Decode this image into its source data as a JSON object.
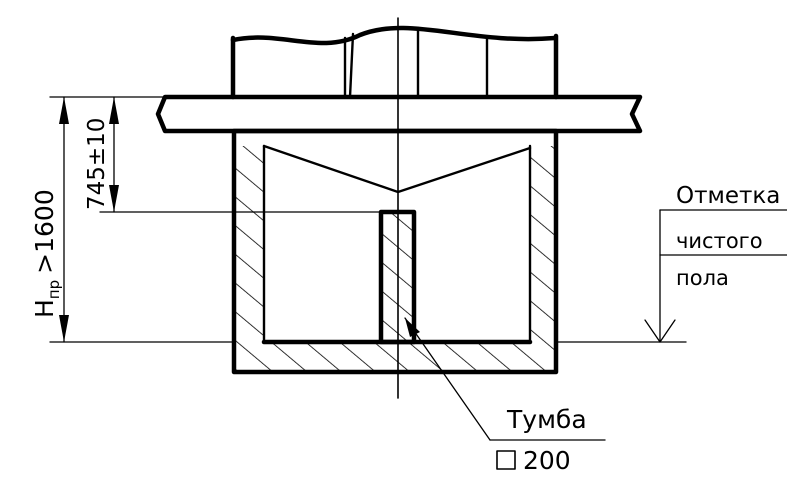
{
  "labels": {
    "floor_mark_line1": "Отметка",
    "floor_mark_line2": "чистого",
    "floor_mark_line3": "пола",
    "pedestal": "Тумба",
    "pedestal_size": "200",
    "dim_745": "745±10",
    "h_symbol": "H",
    "h_subscript": "пр",
    "h_value": ">1600"
  }
}
